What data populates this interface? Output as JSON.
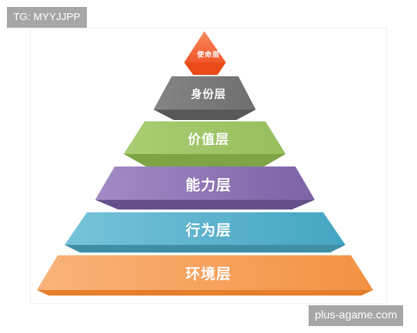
{
  "diagram": {
    "title": "",
    "type": "pyramid",
    "layers": [
      {
        "label": "使命层",
        "color_top": "#f7734a",
        "color_bottom": "#e8461e",
        "color_side": "#ff5a22"
      },
      {
        "label": "身份层",
        "color_top": "#7e7e7e",
        "color_bottom": "#5e5e5e",
        "color_side": "#6c6c6c"
      },
      {
        "label": "价值层",
        "color_top": "#a8cc72",
        "color_bottom": "#86ad4c",
        "color_side": "#97bd5e"
      },
      {
        "label": "能力层",
        "color_top": "#9a80bf",
        "color_bottom": "#6e5796",
        "color_side": "#7f64a8"
      },
      {
        "label": "行为层",
        "color_top": "#6cbdd6",
        "color_bottom": "#3f95ae",
        "color_side": "#4ba8c4"
      },
      {
        "label": "环境层",
        "color_top": "#f8a86a",
        "color_bottom": "#e57f2c",
        "color_side": "#f39344"
      }
    ]
  },
  "watermarks": {
    "top_left": "TG: MYYJJPP",
    "bottom_right": "plus-agame.com"
  }
}
